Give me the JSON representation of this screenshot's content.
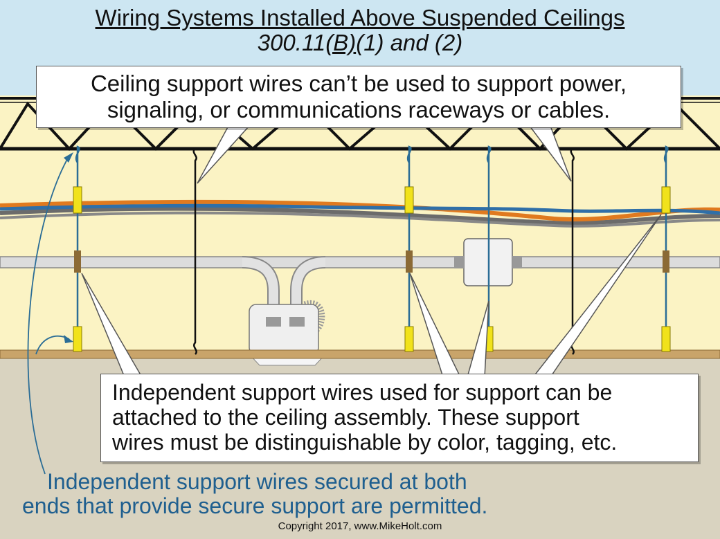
{
  "title": {
    "line1": "Wiring Systems Installed Above Suspended Ceilings",
    "line2_prefix": "300.11",
    "line2_underlined": "(B)",
    "line2_suffix": "(1) and (2)"
  },
  "callout_top": {
    "lines": [
      "Ceiling support wires can’t be used to support power,",
      "signaling, or communications raceways or cables."
    ]
  },
  "callout_bottom": {
    "lines": [
      "Independent support wires used for support can be",
      "attached to the ceiling assembly. These support",
      "wires must be distinguishable by color, tagging, etc."
    ]
  },
  "note_blue": {
    "lines": [
      "Independent support wires secured at both",
      "ends that provide secure support are permitted."
    ]
  },
  "copyright": "Copyright 2017, www.MikeHolt.com",
  "colors": {
    "sky": "#cde6f2",
    "plenum": "#fbf3c4",
    "floor": "#d9d3c0",
    "ceiling_grid": "#c9a46a",
    "independent_wire": "#2b6d96",
    "ceiling_wire": "#111111",
    "tag_yellow": "#f1e21b",
    "raceway": "#dcdcdc",
    "cable_orange": "#e07a1f",
    "cable_blue": "#2f6fa8",
    "cable_gray": "#6b6b6b",
    "note_text": "#1f5f8f"
  }
}
